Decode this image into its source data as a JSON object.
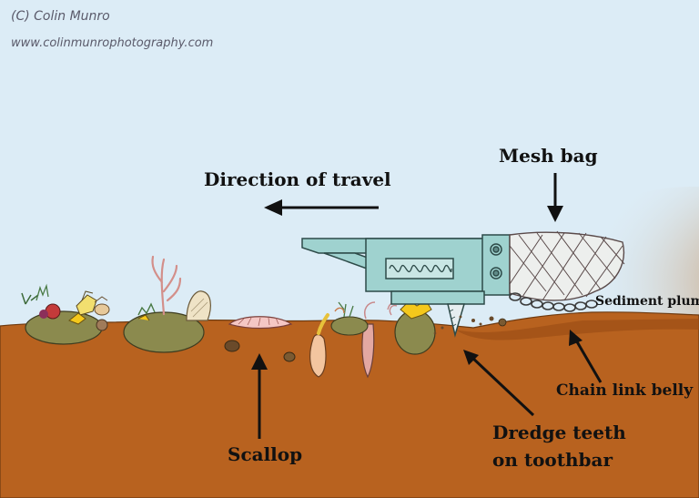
{
  "credit": {
    "copyright": "(C) Colin Munro",
    "website": "www.colinmunrophotography.com"
  },
  "labels": {
    "direction": "Direction of travel",
    "mesh_bag": "Mesh bag",
    "sediment_plume": "Sediment plume",
    "chain_link_belly": "Chain link belly",
    "dredge_teeth_line1": "Dredge teeth",
    "dredge_teeth_line2": "on toothbar",
    "scallop": "Scallop"
  },
  "colors": {
    "sky": "#dcecf6",
    "seabed": "#b8621f",
    "seabed_shadow": "#9c4f15",
    "dredge": "#9fd2cf",
    "dredge_outline": "#2d4a48",
    "rock": "#8b8a4e",
    "plume": "#c8a37e"
  }
}
